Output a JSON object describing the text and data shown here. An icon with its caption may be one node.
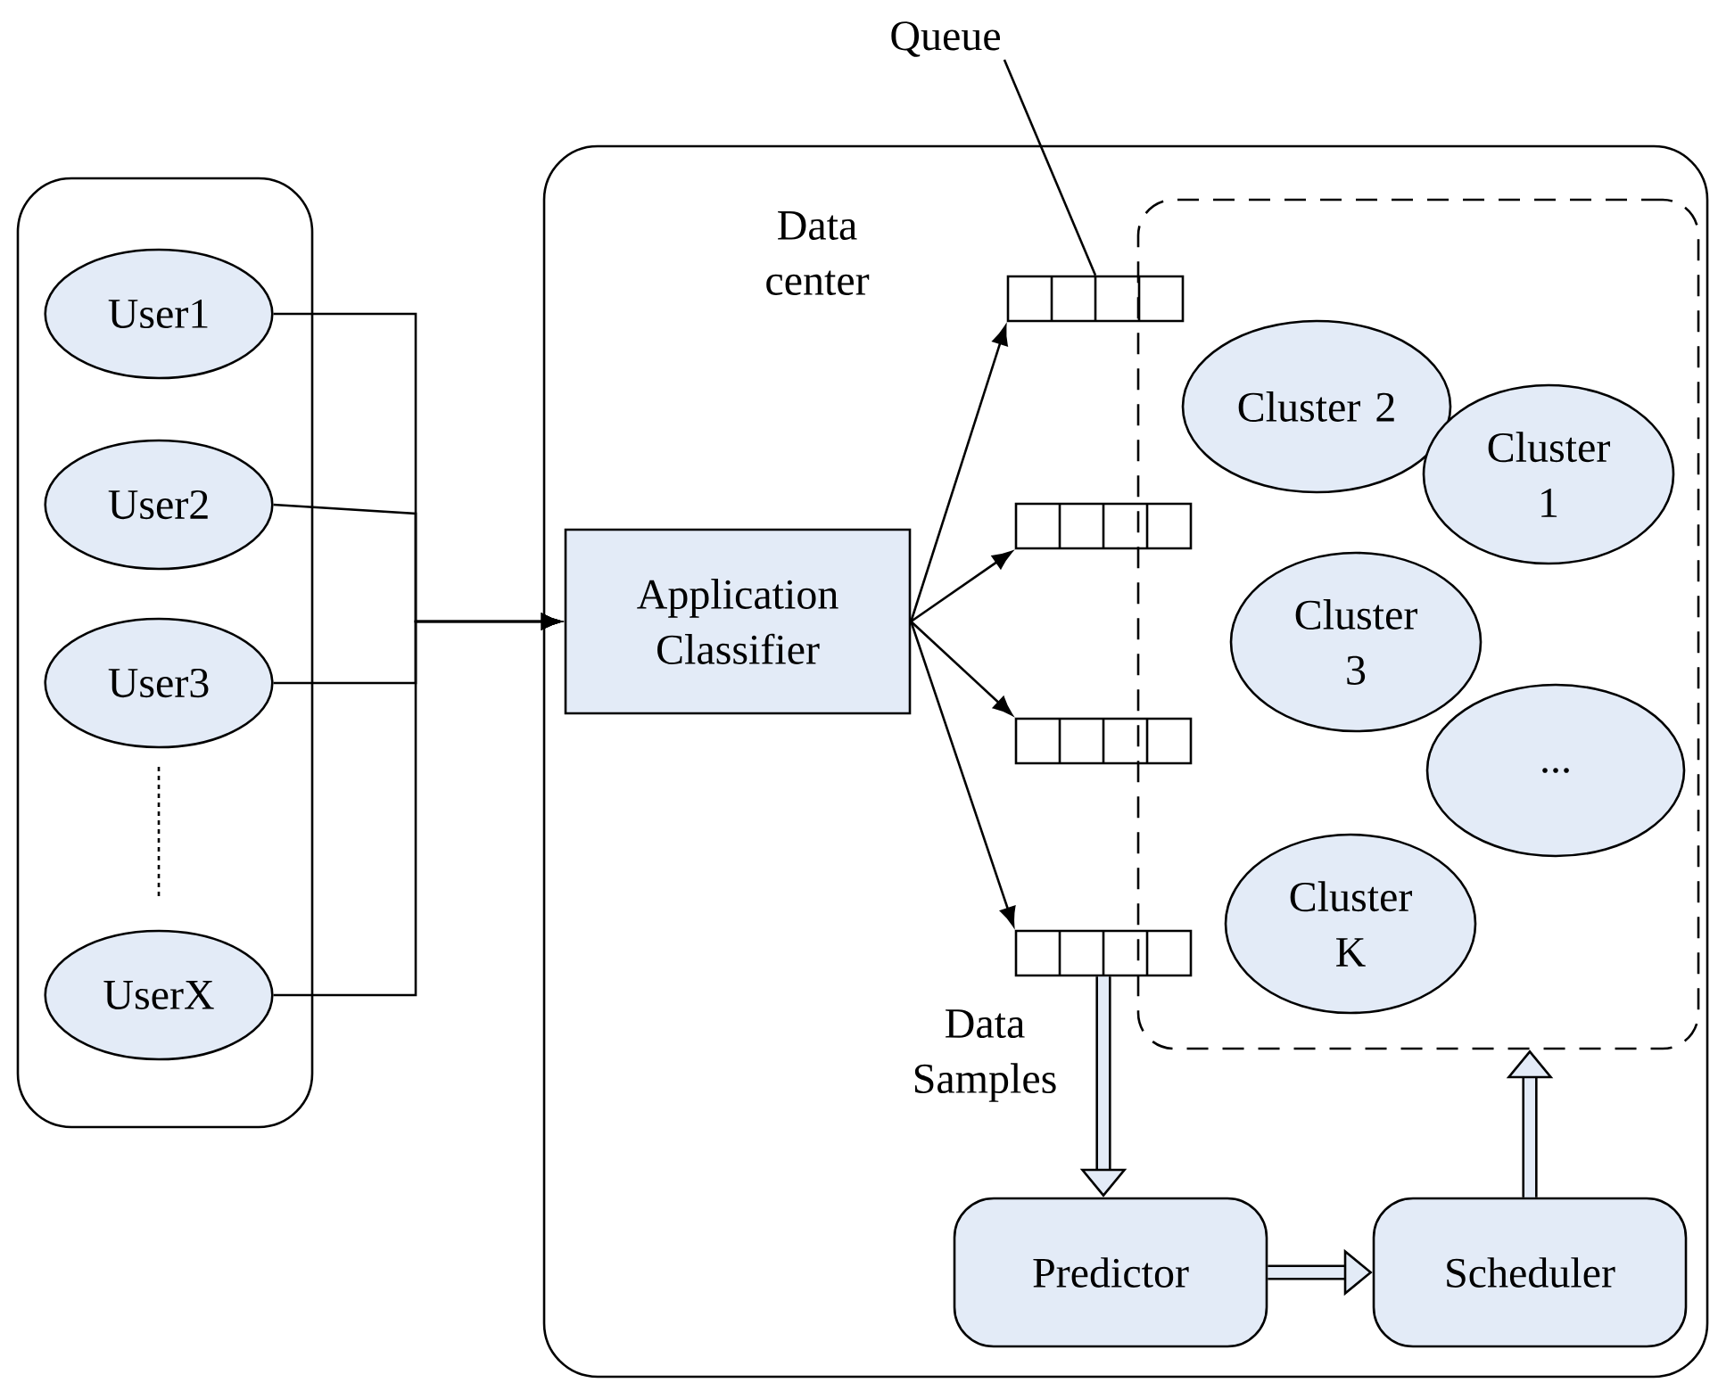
{
  "diagram": {
    "nodes": [
      {
        "text": [],
        "shape": "box"
      },
      {
        "text": [
          "User1"
        ],
        "in": 0
      },
      {
        "text": [
          "User2"
        ],
        "in": 0
      },
      {
        "text": [
          "User3"
        ],
        "in": 0
      },
      {
        "text": [
          "UserX"
        ],
        "in": 0
      },
      {
        "text": [
          "Data center"
        ]
      },
      {
        "text": [
          "Application Classifier"
        ],
        "in": 5
      },
      {
        "text": [],
        "shape": "bar",
        "in": 5
      },
      {
        "text": [],
        "shape": "bar",
        "in": 5
      },
      {
        "text": [],
        "shape": "bar",
        "in": 5
      },
      {
        "text": [],
        "shape": "bar",
        "in": 5
      },
      {
        "text": [
          "Queue"
        ]
      },
      {
        "text": [],
        "shape": "box",
        "in": 5
      },
      {
        "text": [
          "Cluster 2"
        ],
        "in": 12
      },
      {
        "text": [
          "Cluster 1"
        ],
        "in": 12
      },
      {
        "text": [
          "Cluster 3"
        ],
        "in": 12
      },
      {
        "text": [
          "..."
        ],
        "in": 12
      },
      {
        "text": [
          "Cluster K"
        ],
        "in": 12
      },
      {
        "text": [
          "Predictor"
        ],
        "in": 5
      },
      {
        "text": [
          "Scheduler"
        ],
        "in": 5
      }
    ],
    "edges": [
      {
        "from": 1,
        "to": 6,
        "arrow": "to"
      },
      {
        "from": 2,
        "to": 6,
        "arrow": "to"
      },
      {
        "from": 3,
        "to": 6,
        "arrow": "to"
      },
      {
        "from": 4,
        "to": 6,
        "arrow": "to"
      },
      {
        "from": 6,
        "to": 7,
        "arrow": "to"
      },
      {
        "from": 6,
        "to": 8,
        "arrow": "to"
      },
      {
        "from": 6,
        "to": 9,
        "arrow": "to"
      },
      {
        "from": 6,
        "to": 10,
        "arrow": "to"
      },
      {
        "from": 11,
        "to": 7,
        "arrow": "none"
      },
      {
        "from": 10,
        "to": 18,
        "arrow": "to",
        "style": "thick",
        "label": "Data Samples"
      },
      {
        "from": 18,
        "to": 19,
        "arrow": "to",
        "style": "thick"
      },
      {
        "from": 19,
        "to": 12,
        "arrow": "to",
        "style": "thick"
      }
    ]
  }
}
